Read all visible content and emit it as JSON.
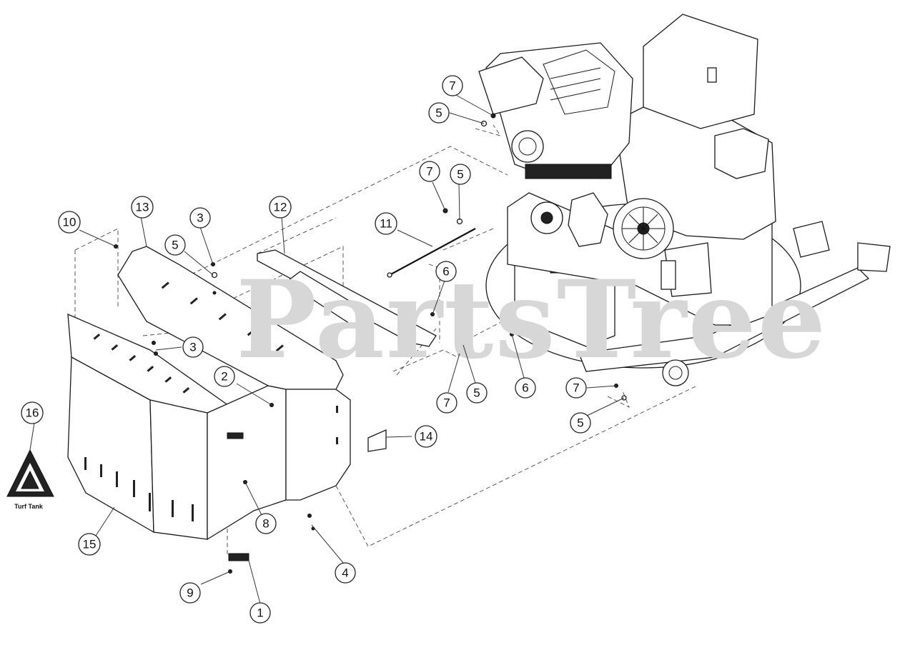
{
  "watermark": "PartsTree",
  "logo_text": "Turf Tank",
  "callouts": [
    {
      "id": "c1",
      "label": "1"
    },
    {
      "id": "c2",
      "label": "2"
    },
    {
      "id": "c3a",
      "label": "3"
    },
    {
      "id": "c3b",
      "label": "3"
    },
    {
      "id": "c4",
      "label": "4"
    },
    {
      "id": "c5a",
      "label": "5"
    },
    {
      "id": "c5b",
      "label": "5"
    },
    {
      "id": "c5c",
      "label": "5"
    },
    {
      "id": "c5d",
      "label": "5"
    },
    {
      "id": "c5e",
      "label": "5"
    },
    {
      "id": "c6a",
      "label": "6"
    },
    {
      "id": "c6b",
      "label": "6"
    },
    {
      "id": "c7a",
      "label": "7"
    },
    {
      "id": "c7b",
      "label": "7"
    },
    {
      "id": "c7c",
      "label": "7"
    },
    {
      "id": "c7d",
      "label": "7"
    },
    {
      "id": "c8",
      "label": "8"
    },
    {
      "id": "c9",
      "label": "9"
    },
    {
      "id": "c10",
      "label": "10"
    },
    {
      "id": "c11",
      "label": "11"
    },
    {
      "id": "c12",
      "label": "12"
    },
    {
      "id": "c13",
      "label": "13"
    },
    {
      "id": "c14",
      "label": "14"
    },
    {
      "id": "c15",
      "label": "15"
    },
    {
      "id": "c16",
      "label": "16"
    }
  ]
}
